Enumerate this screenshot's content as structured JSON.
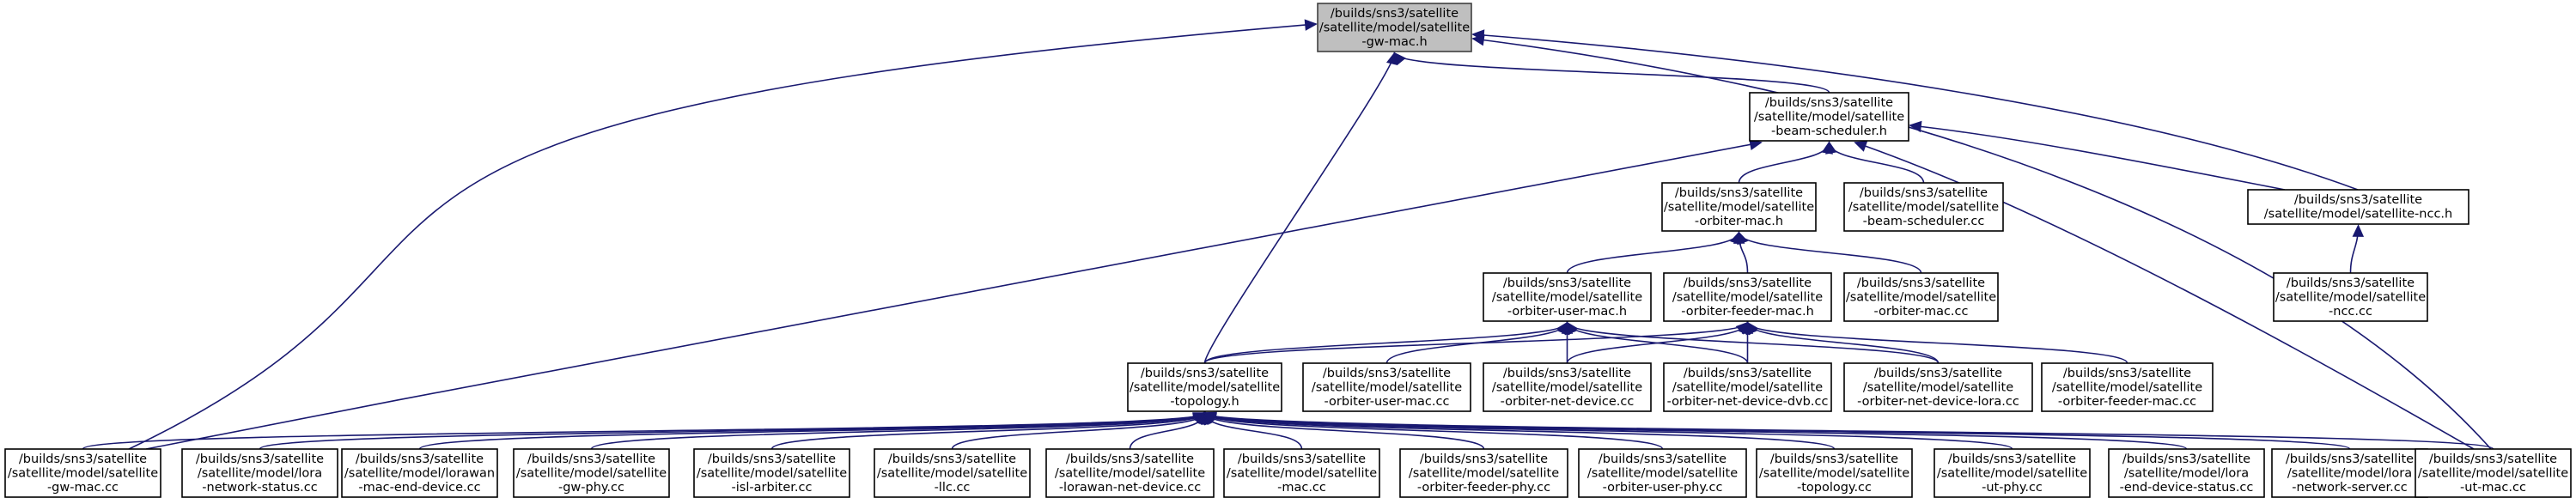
{
  "graph": {
    "nodes": [
      {
        "id": "gw-mac-h",
        "root": true,
        "lines": [
          "/builds/sns3/satellite",
          "/satellite/model/satellite",
          "-gw-mac.h"
        ]
      },
      {
        "id": "beam-scheduler-h",
        "lines": [
          "/builds/sns3/satellite",
          "/satellite/model/satellite",
          "-beam-scheduler.h"
        ]
      },
      {
        "id": "orbiter-mac-h",
        "lines": [
          "/builds/sns3/satellite",
          "/satellite/model/satellite",
          "-orbiter-mac.h"
        ]
      },
      {
        "id": "beam-scheduler-cc",
        "lines": [
          "/builds/sns3/satellite",
          "/satellite/model/satellite",
          "-beam-scheduler.cc"
        ]
      },
      {
        "id": "ncc-h",
        "lines": [
          "/builds/sns3/satellite",
          "/satellite/model/satellite-ncc.h"
        ]
      },
      {
        "id": "orbiter-user-mac-h",
        "lines": [
          "/builds/sns3/satellite",
          "/satellite/model/satellite",
          "-orbiter-user-mac.h"
        ]
      },
      {
        "id": "orbiter-feeder-mac-h",
        "lines": [
          "/builds/sns3/satellite",
          "/satellite/model/satellite",
          "-orbiter-feeder-mac.h"
        ]
      },
      {
        "id": "orbiter-mac-cc",
        "lines": [
          "/builds/sns3/satellite",
          "/satellite/model/satellite",
          "-orbiter-mac.cc"
        ]
      },
      {
        "id": "ncc-cc",
        "lines": [
          "/builds/sns3/satellite",
          "/satellite/model/satellite",
          "-ncc.cc"
        ]
      },
      {
        "id": "topology-h",
        "lines": [
          "/builds/sns3/satellite",
          "/satellite/model/satellite",
          "-topology.h"
        ]
      },
      {
        "id": "orbiter-user-mac-cc",
        "lines": [
          "/builds/sns3/satellite",
          "/satellite/model/satellite",
          "-orbiter-user-mac.cc"
        ]
      },
      {
        "id": "orbiter-net-device-cc",
        "lines": [
          "/builds/sns3/satellite",
          "/satellite/model/satellite",
          "-orbiter-net-device.cc"
        ]
      },
      {
        "id": "orbiter-net-device-dvb-cc",
        "lines": [
          "/builds/sns3/satellite",
          "/satellite/model/satellite",
          "-orbiter-net-device-dvb.cc"
        ]
      },
      {
        "id": "orbiter-net-device-lora-cc",
        "lines": [
          "/builds/sns3/satellite",
          "/satellite/model/satellite",
          "-orbiter-net-device-lora.cc"
        ]
      },
      {
        "id": "orbiter-feeder-mac-cc",
        "lines": [
          "/builds/sns3/satellite",
          "/satellite/model/satellite",
          "-orbiter-feeder-mac.cc"
        ]
      },
      {
        "id": "gw-mac-cc",
        "lines": [
          "/builds/sns3/satellite",
          "/satellite/model/satellite",
          "-gw-mac.cc"
        ]
      },
      {
        "id": "lora-network-status-cc",
        "lines": [
          "/builds/sns3/satellite",
          "/satellite/model/lora",
          "-network-status.cc"
        ]
      },
      {
        "id": "lorawan-mac-end-device-cc",
        "lines": [
          "/builds/sns3/satellite",
          "/satellite/model/lorawan",
          "-mac-end-device.cc"
        ]
      },
      {
        "id": "gw-phy-cc",
        "lines": [
          "/builds/sns3/satellite",
          "/satellite/model/satellite",
          "-gw-phy.cc"
        ]
      },
      {
        "id": "isl-arbiter-cc",
        "lines": [
          "/builds/sns3/satellite",
          "/satellite/model/satellite",
          "-isl-arbiter.cc"
        ]
      },
      {
        "id": "llc-cc",
        "lines": [
          "/builds/sns3/satellite",
          "/satellite/model/satellite",
          "-llc.cc"
        ]
      },
      {
        "id": "lorawan-net-device-cc",
        "lines": [
          "/builds/sns3/satellite",
          "/satellite/model/satellite",
          "-lorawan-net-device.cc"
        ]
      },
      {
        "id": "mac-cc",
        "lines": [
          "/builds/sns3/satellite",
          "/satellite/model/satellite",
          "-mac.cc"
        ]
      },
      {
        "id": "orbiter-feeder-phy-cc",
        "lines": [
          "/builds/sns3/satellite",
          "/satellite/model/satellite",
          "-orbiter-feeder-phy.cc"
        ]
      },
      {
        "id": "orbiter-user-phy-cc",
        "lines": [
          "/builds/sns3/satellite",
          "/satellite/model/satellite",
          "-orbiter-user-phy.cc"
        ]
      },
      {
        "id": "topology-cc",
        "lines": [
          "/builds/sns3/satellite",
          "/satellite/model/satellite",
          "-topology.cc"
        ]
      },
      {
        "id": "ut-phy-cc",
        "lines": [
          "/builds/sns3/satellite",
          "/satellite/model/satellite",
          "-ut-phy.cc"
        ]
      },
      {
        "id": "lora-end-device-status-cc",
        "lines": [
          "/builds/sns3/satellite",
          "/satellite/model/lora",
          "-end-device-status.cc"
        ]
      },
      {
        "id": "lora-network-server-cc",
        "lines": [
          "/builds/sns3/satellite",
          "/satellite/model/lora",
          "-network-server.cc"
        ]
      },
      {
        "id": "ut-mac-cc",
        "lines": [
          "/builds/sns3/satellite",
          "/satellite/model/satellite",
          "-ut-mac.cc"
        ]
      }
    ],
    "edges": [
      {
        "from": "beam-scheduler-h",
        "to": "gw-mac-h"
      },
      {
        "from": "ncc-h",
        "to": "gw-mac-h"
      },
      {
        "from": "topology-h",
        "to": "gw-mac-h"
      },
      {
        "from": "gw-mac-cc",
        "to": "gw-mac-h"
      },
      {
        "from": "ut-mac-cc",
        "to": "gw-mac-h"
      },
      {
        "from": "orbiter-mac-h",
        "to": "beam-scheduler-h"
      },
      {
        "from": "beam-scheduler-cc",
        "to": "beam-scheduler-h"
      },
      {
        "from": "ncc-h",
        "to": "beam-scheduler-h"
      },
      {
        "from": "gw-mac-cc",
        "to": "beam-scheduler-h"
      },
      {
        "from": "ut-mac-cc",
        "to": "beam-scheduler-h"
      },
      {
        "from": "ncc-cc",
        "to": "ncc-h"
      },
      {
        "from": "orbiter-user-mac-h",
        "to": "orbiter-mac-h"
      },
      {
        "from": "orbiter-feeder-mac-h",
        "to": "orbiter-mac-h"
      },
      {
        "from": "orbiter-mac-cc",
        "to": "orbiter-mac-h"
      },
      {
        "from": "topology-h",
        "to": "orbiter-user-mac-h"
      },
      {
        "from": "orbiter-user-mac-cc",
        "to": "orbiter-user-mac-h"
      },
      {
        "from": "orbiter-net-device-cc",
        "to": "orbiter-user-mac-h"
      },
      {
        "from": "orbiter-net-device-dvb-cc",
        "to": "orbiter-user-mac-h"
      },
      {
        "from": "orbiter-net-device-lora-cc",
        "to": "orbiter-user-mac-h"
      },
      {
        "from": "topology-h",
        "to": "orbiter-feeder-mac-h"
      },
      {
        "from": "orbiter-net-device-cc",
        "to": "orbiter-feeder-mac-h"
      },
      {
        "from": "orbiter-net-device-dvb-cc",
        "to": "orbiter-feeder-mac-h"
      },
      {
        "from": "orbiter-net-device-lora-cc",
        "to": "orbiter-feeder-mac-h"
      },
      {
        "from": "orbiter-feeder-mac-cc",
        "to": "orbiter-feeder-mac-h"
      },
      {
        "from": "gw-mac-cc",
        "to": "topology-h"
      },
      {
        "from": "lora-network-status-cc",
        "to": "topology-h"
      },
      {
        "from": "lorawan-mac-end-device-cc",
        "to": "topology-h"
      },
      {
        "from": "gw-phy-cc",
        "to": "topology-h"
      },
      {
        "from": "isl-arbiter-cc",
        "to": "topology-h"
      },
      {
        "from": "llc-cc",
        "to": "topology-h"
      },
      {
        "from": "lorawan-net-device-cc",
        "to": "topology-h"
      },
      {
        "from": "mac-cc",
        "to": "topology-h"
      },
      {
        "from": "orbiter-feeder-phy-cc",
        "to": "topology-h"
      },
      {
        "from": "orbiter-user-phy-cc",
        "to": "topology-h"
      },
      {
        "from": "topology-cc",
        "to": "topology-h"
      },
      {
        "from": "ut-phy-cc",
        "to": "topology-h"
      },
      {
        "from": "lora-end-device-status-cc",
        "to": "topology-h"
      },
      {
        "from": "lora-network-server-cc",
        "to": "topology-h"
      },
      {
        "from": "ut-mac-cc",
        "to": "topology-h"
      }
    ]
  }
}
